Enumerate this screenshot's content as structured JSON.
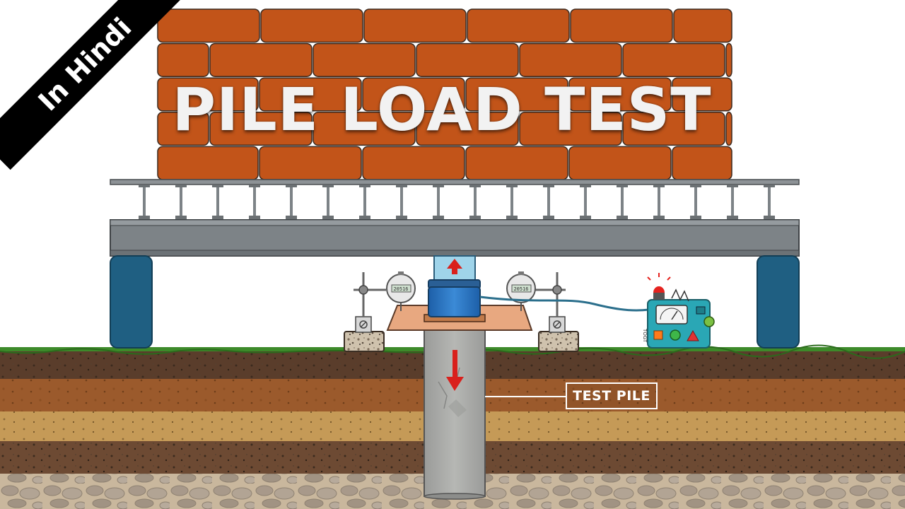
{
  "title": "PILE LOAD TEST",
  "banner": "In Hindi",
  "labels": {
    "test_pile": "TEST PILE",
    "gauge_left_reading": "20516",
    "gauge_right_reading": "20516",
    "panel_text": "TOGT"
  },
  "colors": {
    "brick": "#c25419",
    "brick_border": "#3a2a20",
    "beam": "#7d8387",
    "support": "#1f5f82",
    "jack": "#2677c6",
    "jack_glass": "#9fd4ea",
    "arrow": "#d9201c",
    "pile": "#a5a6a4",
    "plate": "#e8a880",
    "ground_grass": "#3d8a2a",
    "panel": "#2aa7b5"
  },
  "icons": [
    "up-arrow-icon",
    "down-arrow-icon",
    "dial-gauge-icon",
    "warning-light-icon"
  ]
}
